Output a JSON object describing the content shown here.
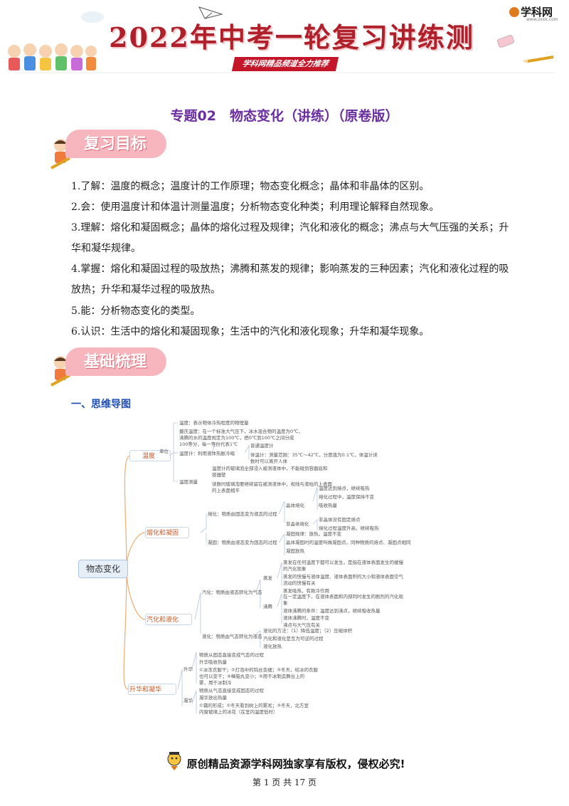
{
  "banner": {
    "title": "2022年中考一轮复习讲练测",
    "subtitle": "学科网精品频道全力推荐",
    "logo_text": "学科网",
    "logo_url": "www.zxxk.com"
  },
  "doc_title": "专题02　物态变化（讲练）（原卷版）",
  "section1": {
    "badge": "复习目标",
    "items": [
      "1.了解：温度的概念；温度计的工作原理；物态变化概念；晶体和非晶体的区别。",
      "2.会：使用温度计和体温计测量温度；分析物态变化种类；利用理论解释自然现象。",
      "3.理解：熔化和凝固概念；晶体的熔化过程及规律；汽化和液化的概念；沸点与大气压强的关系；升",
      "华和凝华规律。",
      "4.掌握：熔化和凝固过程的吸放热；沸腾和蒸发的规律；影响蒸发的三种因素；汽化和液化过程的吸",
      "放热；升华和凝华过程的吸放热。",
      "5.能：分析物态变化的类型。",
      "6.认识：生活中的熔化和凝固现象；生活中的汽化和液化现象；升华和凝华现象。"
    ]
  },
  "section2": {
    "badge": "基础梳理",
    "sub_heading": "一、思维导图"
  },
  "mindmap": {
    "root": "物态变化",
    "branches": [
      "温度",
      "熔化和凝固",
      "汽化和液化",
      "升华和凝华"
    ],
    "temp_items": {
      "def": "温度：表示物体冷热程度的物理量",
      "celsius": "摄氏温度：在一个标准大气压下，冰水混合物的温度为0℃，",
      "celsius2": "沸腾的水的温度规定为100℃，把0℃到100℃之间分成",
      "celsius3": "100等分，每一等份代表1℃",
      "unit": "单位",
      "thermo": "温度计：利用液体热胀冷缩",
      "thermo_a": "普通温度计",
      "thermo_b": "体温计：测量范围：35℃～42℃，分度值为0.1℃，体温计读",
      "thermo_b2": "数时可以离开人体",
      "measure": "温度测量",
      "measure_a": "温度计的玻璃泡全部浸入被测液体中，不能碰到容器底和",
      "measure_a2": "容器壁",
      "measure_b": "读数时玻璃泡要继续留在被测液体中，视线与液柱的上表面",
      "measure_b2": "的上表面相平"
    },
    "melt_items": {
      "melt": "熔化：物质由固态变为液态的过程",
      "crystal": "晶体熔化",
      "c1": "温度达到熔点，继续吸热",
      "c2": "熔化过程中，温度保持不变",
      "c3": "吸收热量",
      "noncrystal": "非晶体熔化",
      "n1": "非晶体没有固定熔点",
      "n2": "熔化过程温度升高，继续吸热",
      "solid": "凝固：物质由液态变为固态的过程",
      "s1": "凝固规律：放热，温度不变",
      "s2": "晶体凝固时的温度叫做凝固点，同种物质的熔点、凝固点相同",
      "s3": "凝固放热"
    },
    "vapor_items": {
      "vap": "汽化：物质由液态转化为气态",
      "evap": "蒸发",
      "e1": "蒸发在任何温度下都可以发生，是指在液体表面发生的缓慢",
      "e1b": "的汽化现象",
      "e2": "蒸发的快慢与液体温度、液体表面积的大小和液体表面空气",
      "e2b": "流动的快慢有关",
      "e3": "蒸发吸热，有致冷作用",
      "boil": "沸腾",
      "b1": "在一定温度下，在液体表面和内部同时发生的剧烈的汽化现",
      "b1b": "象",
      "b2": "液体沸腾的条件：温度达到沸点，继续吸收热量",
      "b3": "液体沸腾时，温度不变",
      "b4": "沸点与大气压有关",
      "liq": "液化：物质由气态转化为液态",
      "l1": "液化的方法：（1）降低温度；（2）压缩体积",
      "l2": "汽化和液化是互为可逆的过程",
      "l3": "液化放热"
    },
    "subl_items": {
      "subl": "升华",
      "su1": "物质从固态直接变成气态的过程",
      "su2": "升华吸收热量",
      "su3": "①冰冻衣服干；②灯泡中的钨丝变细；③冬天，结冰的衣服",
      "su3b": "也可以变干；④樟脑丸变小；⑤用干冰制造舞台上的",
      "su3c": "雾，用干冰制冷",
      "depo": "凝华",
      "d1": "物质从气态直接变成固态的过程",
      "d2": "凝华放出热量",
      "d3": "①霜的形成；②冬天看到树上的雾凇；③冬天，北方室",
      "d3b": "内窗玻璃上的冰花（在室内温度低时）"
    }
  },
  "footer": {
    "text": "原创精品资源学科网独家享有版权，侵权必究!",
    "page": "第 1 页 共 17 页"
  },
  "colors": {
    "banner_red": "#b0202a",
    "title_purple": "#6a2ea0",
    "badge_pink": "#f7b6be",
    "heading_blue": "#1f4fb4",
    "mindmap_line": "#f0b27a"
  }
}
